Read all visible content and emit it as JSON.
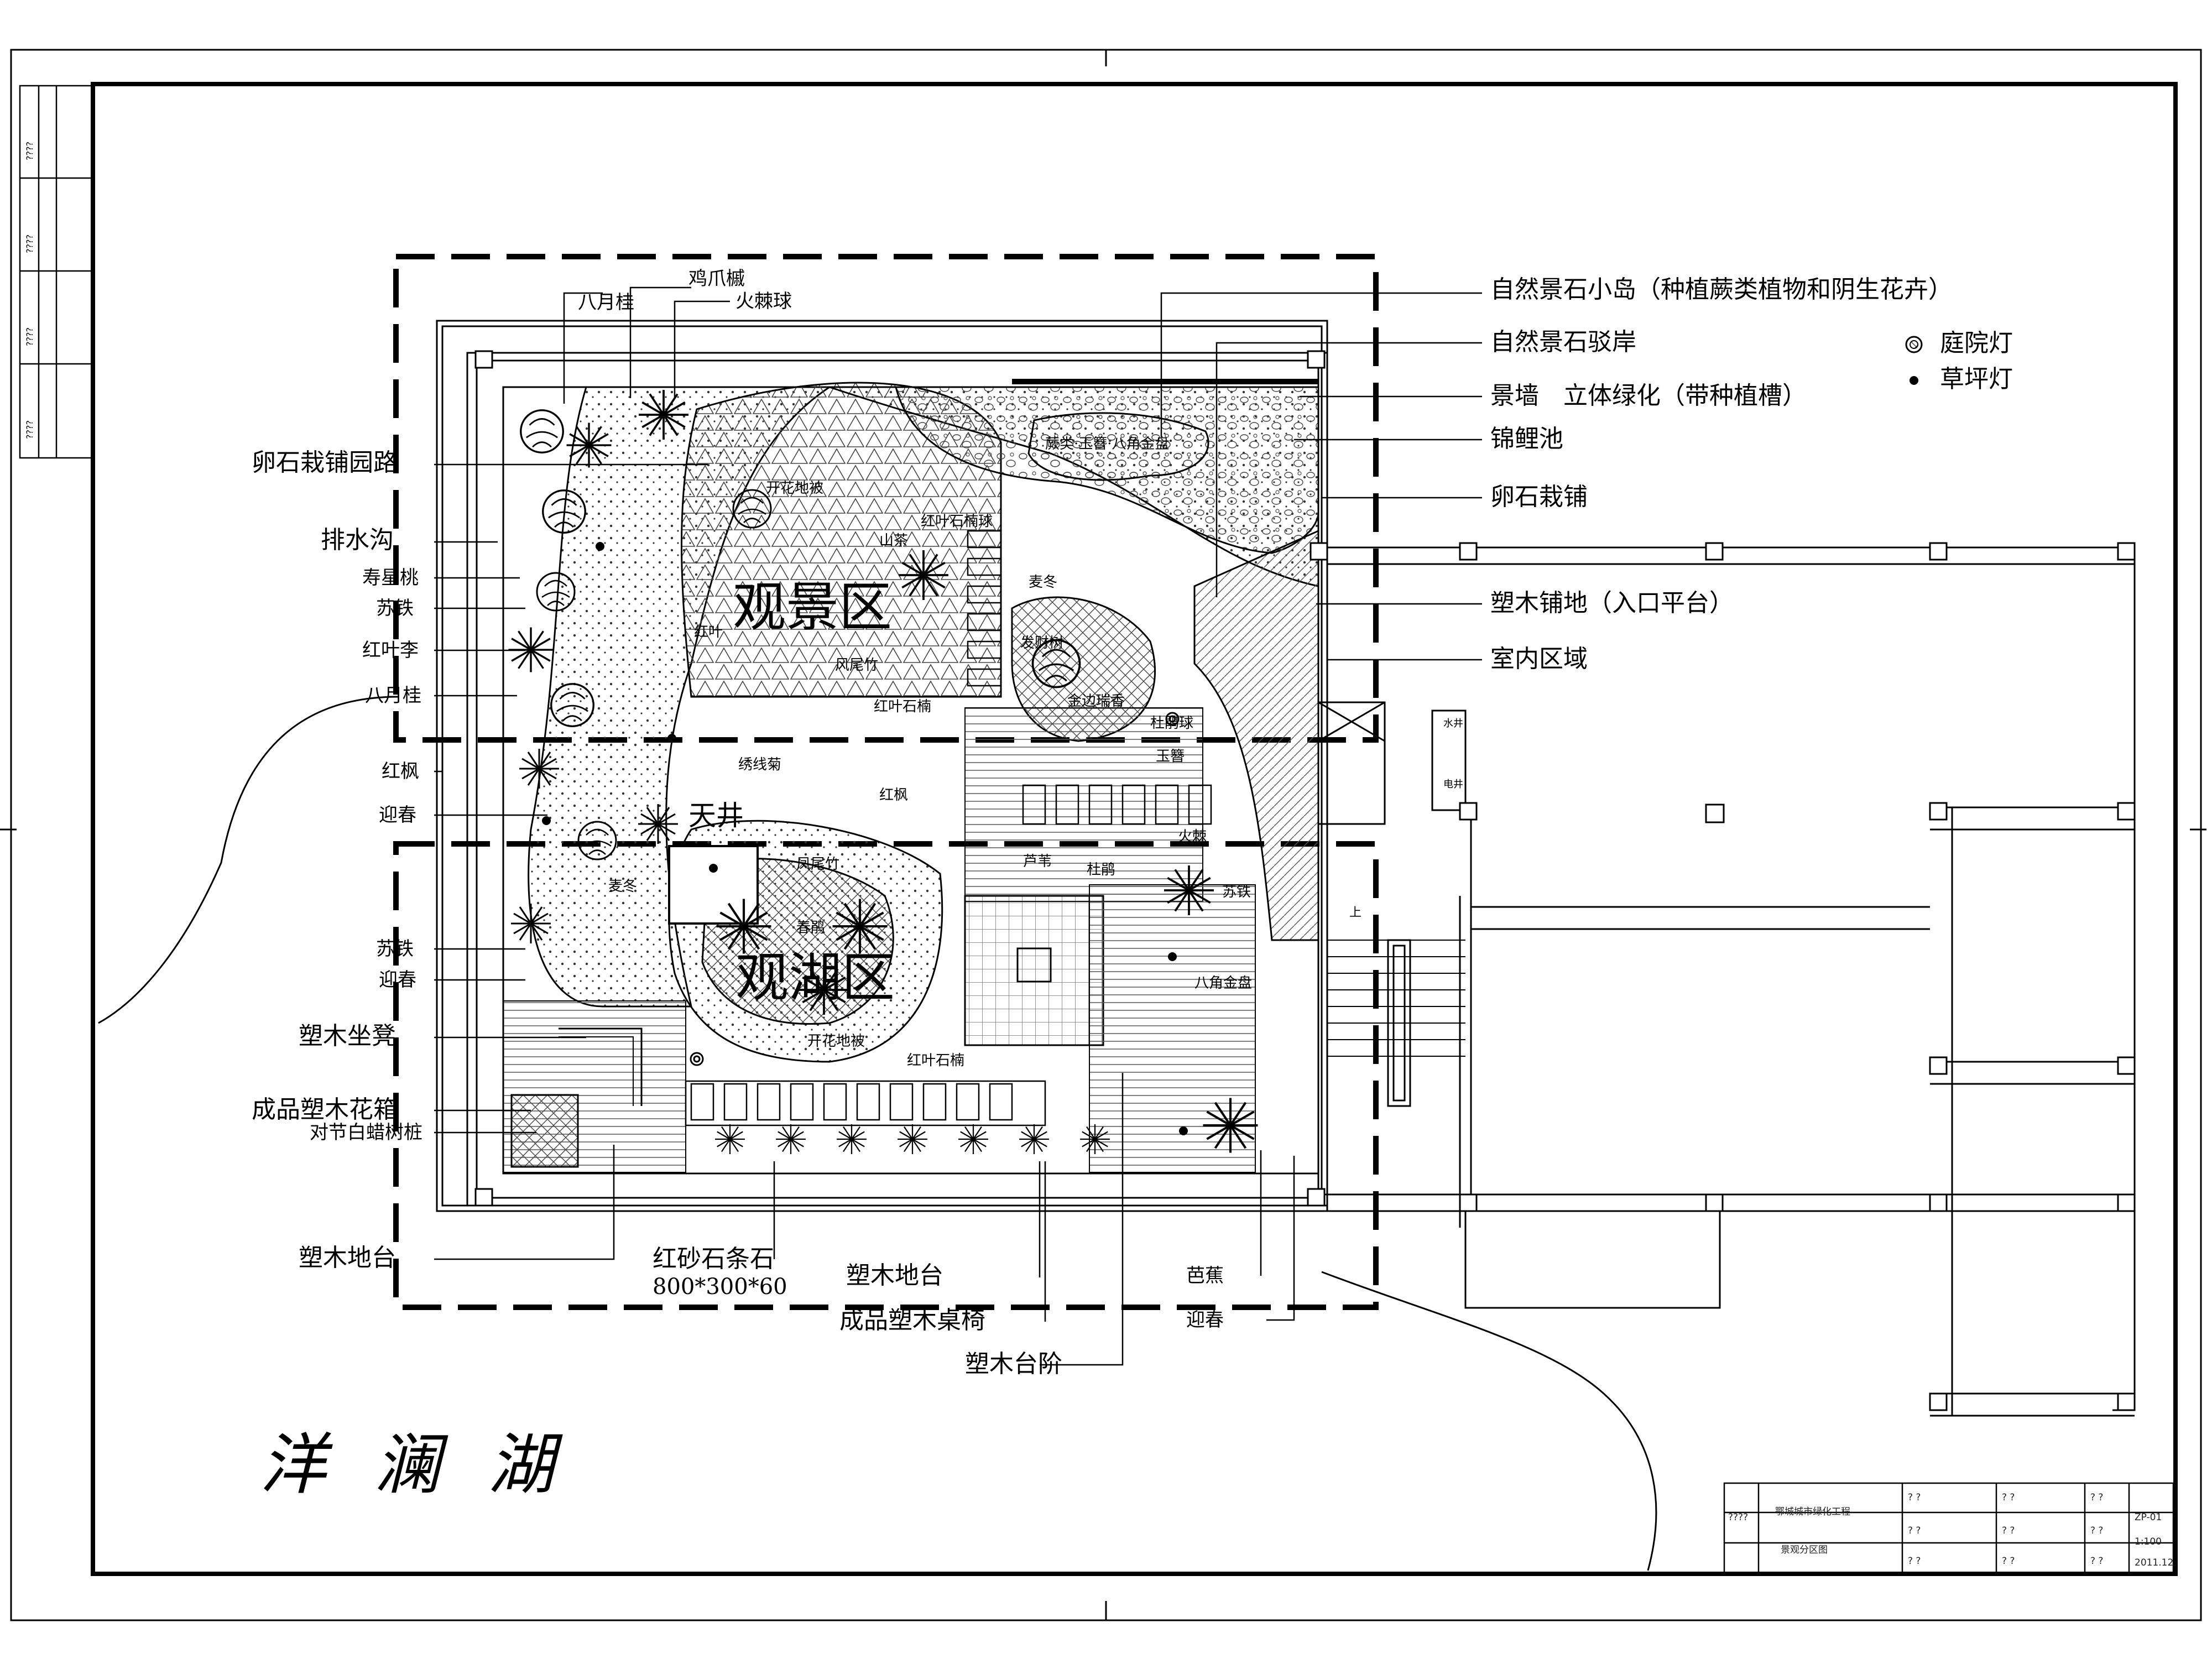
{
  "lake_name": "洋 澜 湖",
  "zones": {
    "view_zone": "观景区",
    "lake_zone": "观湖区",
    "atrium": "天井"
  },
  "left_labels": [
    {
      "text": "卵石栽铺园路"
    },
    {
      "text": "排水沟"
    },
    {
      "text": "寿星桃"
    },
    {
      "text": "苏铁"
    },
    {
      "text": "红叶李"
    },
    {
      "text": "八月桂"
    },
    {
      "text": "红枫"
    },
    {
      "text": "迎春"
    },
    {
      "text": "苏铁"
    },
    {
      "text": "迎春"
    },
    {
      "text": "塑木坐凳"
    },
    {
      "text": "成品塑木花箱"
    },
    {
      "text": "对节白蜡树桩"
    },
    {
      "text": "塑木地台"
    }
  ],
  "top_labels": [
    "八月桂",
    "鸡爪槭",
    "火棘球"
  ],
  "right_labels": [
    "自然景石小岛（种植蕨类植物和阴生花卉）",
    "自然景石驳岸",
    "景墙　立体绿化（带种植槽）",
    "锦鲤池",
    "卵石栽铺",
    "塑木铺地（入口平台）",
    "室内区域"
  ],
  "legend": [
    {
      "icon": "courtyard-lamp-icon",
      "text": "庭院灯"
    },
    {
      "icon": "lawn-lamp-icon",
      "text": "草坪灯"
    }
  ],
  "bottom_labels": {
    "stone_strip": "红砂石条石",
    "stone_spec": "800*300*60",
    "deck": "塑木地台",
    "table_chair": "成品塑木桌椅",
    "steps": "塑木台阶",
    "banana": "芭蕉",
    "jasmine": "迎春"
  },
  "interior_labels": [
    "开花地被",
    "山茶",
    "红叶石楠球",
    "麦冬",
    "红叶",
    "风尾竹",
    "红叶石楠",
    "发财树",
    "金边瑞香",
    "杜鹃球",
    "玉簪",
    "绣线菊",
    "凤尾竹",
    "红枫",
    "苏铁",
    "八角金盘",
    "春鹃",
    "开花地被",
    "红叶石楠",
    "麦冬",
    "蕨类·玉簪·八角金盘",
    "杜鹃",
    "火棘",
    "芦苇"
  ],
  "stair_labels": [
    "水井",
    "电井",
    "上"
  ],
  "title_block": {
    "project": "鄂城城市绿化工程",
    "drawing": "景观分区图",
    "placeholder": "????",
    "sheet_no": "ZP-01",
    "scale": "1:100",
    "date": "2011.12",
    "q": "? ?"
  },
  "side_strip": [
    "????",
    "????",
    "????",
    "????"
  ],
  "colors": {
    "line": "#000000",
    "hatch": "#555555",
    "bg": "#ffffff"
  }
}
